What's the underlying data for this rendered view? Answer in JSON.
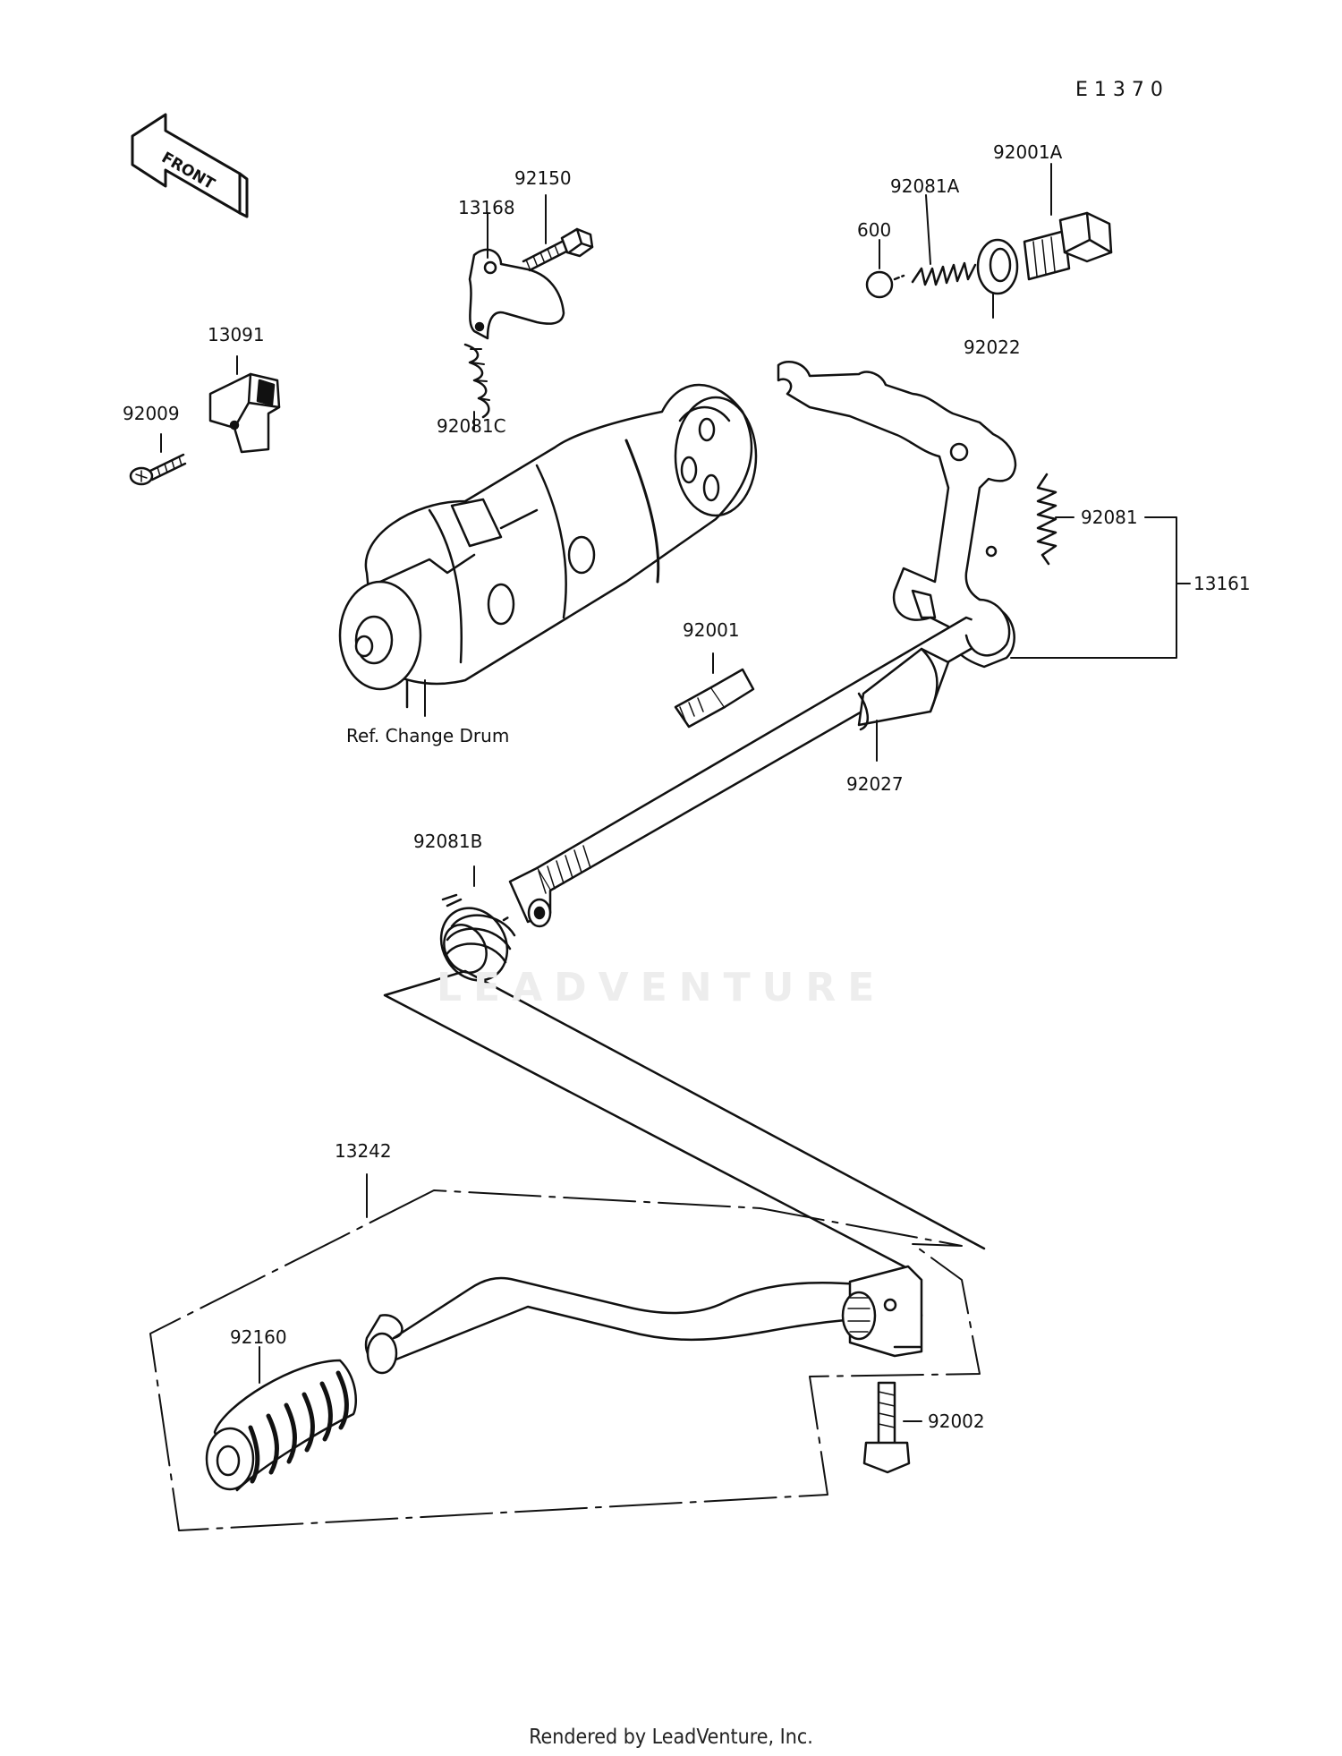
{
  "diagram_code": "E1370",
  "front_label": "FRONT",
  "watermark": "LEADVENTURE",
  "footer": "Rendered by LeadVenture, Inc.",
  "callouts": {
    "p92001A": "92001A",
    "p92081A": "92081A",
    "p600": "600",
    "p92022": "92022",
    "p92150": "92150",
    "p13168": "13168",
    "p92081C": "92081C",
    "p13091": "13091",
    "p92009": "92009",
    "p92081": "92081",
    "p13161": "13161",
    "p92001": "92001",
    "ref_change_drum": "Ref. Change Drum",
    "p92027": "92027",
    "p92081B": "92081B",
    "p13242": "13242",
    "p92160": "92160",
    "p92002": "92002"
  },
  "colors": {
    "ink": "#111111",
    "watermark": "#ededed"
  }
}
